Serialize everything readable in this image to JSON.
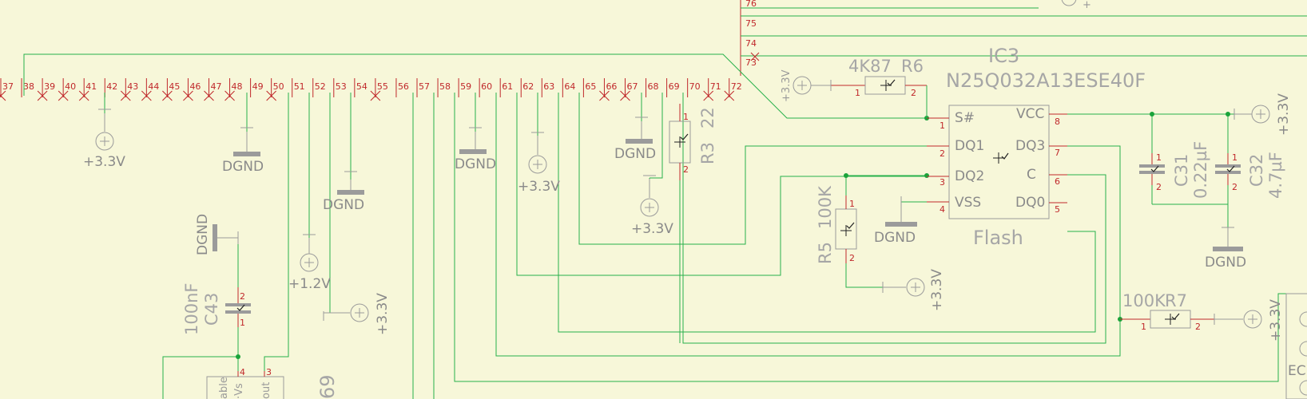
{
  "colors": {
    "background": "#f7f7d9",
    "wire": "#27b14a",
    "junction": "#1aa33a",
    "pin": "#c0282b",
    "body": "#9b9b9b",
    "label": "#a6a6a6",
    "black": "#222222"
  },
  "top_lines": [
    "76",
    "75",
    "74",
    "73"
  ],
  "bus_pins": [
    "37",
    "38",
    "39",
    "40",
    "41",
    "42",
    "43",
    "44",
    "45",
    "46",
    "47",
    "48",
    "49",
    "50",
    "51",
    "52",
    "53",
    "54",
    "55",
    "56",
    "57",
    "58",
    "59",
    "60",
    "61",
    "62",
    "63",
    "64",
    "65",
    "66",
    "67",
    "68",
    "69",
    "70",
    "71",
    "72"
  ],
  "nets": {
    "v33": "+3.3V",
    "v12": "+1.2V",
    "dgnd": "DGND"
  },
  "ic3": {
    "ref": "IC3",
    "part": "N25Q032A13ESE40F",
    "name": "Flash",
    "pin_labels": [
      "S#",
      "DQ1",
      "DQ2",
      "VSS",
      "VCC",
      "DQ3",
      "C",
      "DQ0"
    ],
    "pin_numbers": [
      "1",
      "2",
      "3",
      "4",
      "8",
      "7",
      "6",
      "5"
    ]
  },
  "components": {
    "r6": {
      "value": "4K87",
      "ref": "R6",
      "pins": [
        "1",
        "2"
      ]
    },
    "r3": {
      "value": "22",
      "ref": "R3",
      "pins": [
        "1",
        "2"
      ]
    },
    "r5": {
      "value": "100K",
      "ref": "R5",
      "pins": [
        "1",
        "2"
      ]
    },
    "r7": {
      "value": "100K",
      "ref": "R7",
      "pins": [
        "1",
        "2"
      ]
    },
    "c31": {
      "value": "0.22µF",
      "ref": "C31",
      "pins": [
        "1",
        "2"
      ]
    },
    "c32": {
      "value": "4.7µF",
      "ref": "C32",
      "pins": [
        "1",
        "2"
      ]
    },
    "c43": {
      "value": "100nF",
      "ref": "C43",
      "pins": [
        "2",
        "1"
      ]
    }
  },
  "partial": {
    "pin4": "4",
    "pin3": "3",
    "lbl1": "able",
    "lbl2": "·Vs",
    "lbl3": "out",
    "num69": "69",
    "ec": "EC",
    "plus": "+"
  }
}
